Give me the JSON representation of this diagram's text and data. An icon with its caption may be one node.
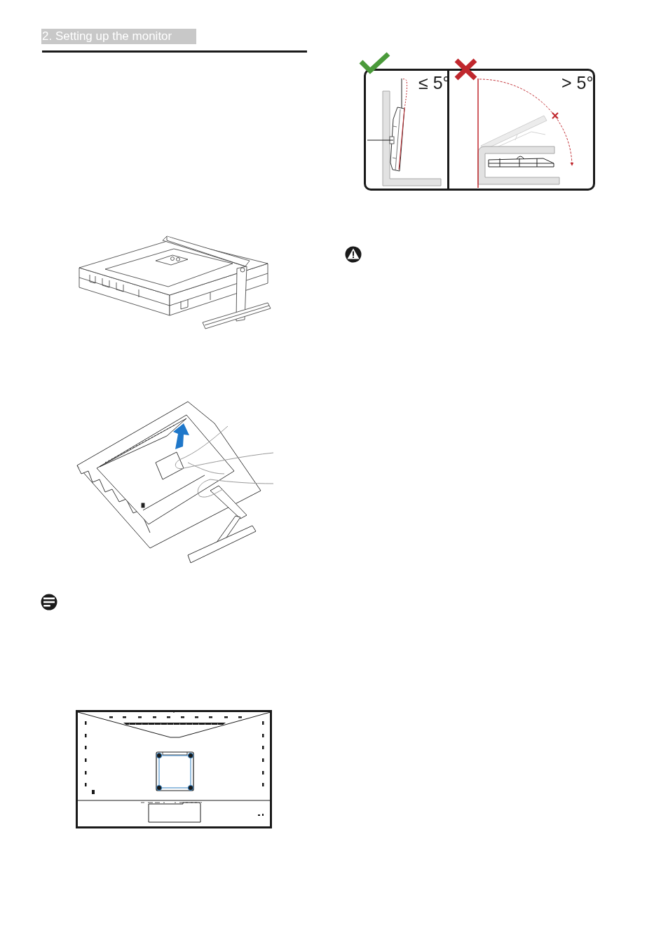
{
  "diagram": {
    "title": "2. Setting up the monitor",
    "labels": [
      "≤ 5°",
      "> 5°"
    ]
  }
}
